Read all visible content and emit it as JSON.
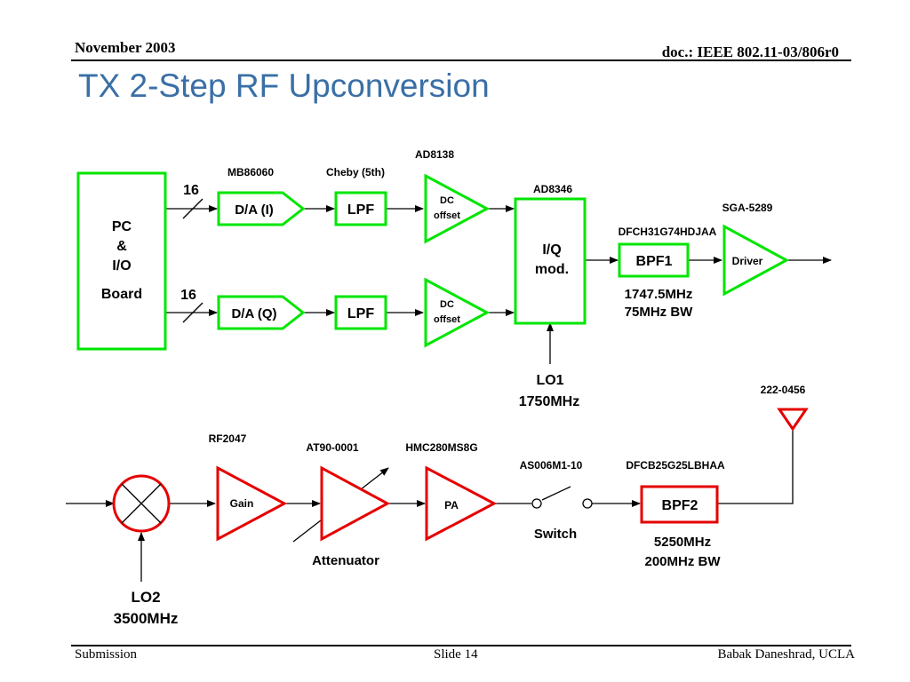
{
  "header": {
    "date": "November 2003",
    "doc": "doc.: IEEE 802.11-03/806r0"
  },
  "title": "TX 2-Step RF Upconversion",
  "footer": {
    "left": "Submission",
    "center": "Slide 14",
    "right": "Babak Daneshrad, UCLA"
  },
  "colors": {
    "green": "#00e600",
    "red": "#e60000",
    "title": "#3a6fa6"
  },
  "diagram": {
    "pc_board": [
      "PC",
      "&",
      "I/O",
      "Board"
    ],
    "bus_width_i": "16",
    "bus_width_q": "16",
    "dac_part": "MB86060",
    "dac_i": "D/A (I)",
    "dac_q": "D/A (Q)",
    "lpf_part": "Cheby (5th)",
    "lpf_i": "LPF",
    "lpf_q": "LPF",
    "dc_part": "AD8138",
    "dc_i": [
      "DC",
      "offset"
    ],
    "dc_q": [
      "DC",
      "offset"
    ],
    "iq_part": "AD8346",
    "iq_mod": [
      "I/Q",
      "mod."
    ],
    "lo1": [
      "LO1",
      "1750MHz"
    ],
    "bpf1_part": "DFCH31G74HDJAA",
    "bpf1": "BPF1",
    "bpf1_spec": [
      "1747.5MHz",
      "75MHz BW"
    ],
    "driver_part": "SGA-5289",
    "driver": "Driver",
    "mixer_part": "RF2047",
    "gain": "Gain",
    "atten_part": "AT90-0001",
    "attenuator": "Attenuator",
    "pa_part": "HMC280MS8G",
    "pa": "PA",
    "switch_part": "AS006M1-10",
    "switch": "Switch",
    "bpf2_part": "DFCB25G25LBHAA",
    "bpf2": "BPF2",
    "bpf2_spec": [
      "5250MHz",
      "200MHz BW"
    ],
    "antenna_part": "222-0456",
    "lo2": [
      "LO2",
      "3500MHz"
    ]
  }
}
